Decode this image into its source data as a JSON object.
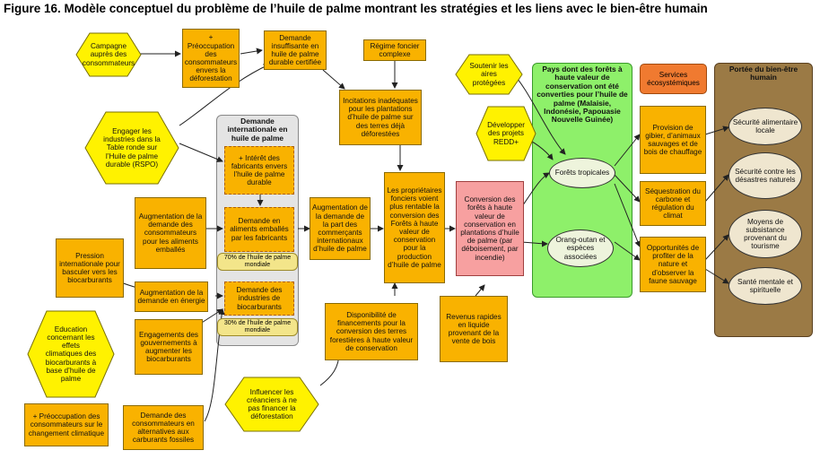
{
  "title": "Figure 16. Modèle conceptuel du problème de l’huile de palme montrant les stratégies et les liens avec le bien-être humain",
  "regions": {
    "demande": "Demande internationale en huile de palme",
    "pays": "Pays dont des forêts à haute valeur de conservation ont été converties pour l’huile de palme (Malaisie, Indonésie, Papouasie Nouvelle Guinée)",
    "portee": "Portée du bien-être humain"
  },
  "notes": {
    "pct70": "70% de l’huile de palme mondiale",
    "pct30": "30% de l’huile de palme mondiale"
  },
  "services": "Services écosystémiques",
  "nodes": {
    "campagne": "Campagne auprès des consommateurs",
    "preoc_deforest": "+ Préoccupation des consommateurs envers la déforestation",
    "demande_insuf": "Demande insuffisante en huile de palme durable certifiée",
    "regime": "Régime foncier complexe",
    "incitations": "Incitations inadéquates pour les plantations d’huile de palme sur des terres déjà déforestées",
    "engager": "Engager les industries dans la Table ronde sur l’Huile de palme durable (RSPO)",
    "interet": "+ Intérêt des fabricants envers l’huile de palme durable",
    "demande_aliments": "Demande en aliments emballés par les fabricants",
    "demande_biocarb": "Demande des industries de biocarburants",
    "augm_conso": "Augmentation de la demande des consommateurs pour les aliments emballés",
    "augm_part": "Augmentation de la demande de la part des commerçants internationaux d’huile de palme",
    "proprietaires": "Les propriétaires fonciers voient plus rentable la conversion des Forêts à haute valeur de conservation pour la production d’huile de palme",
    "conversion": "Conversion des forêts à haute valeur de conservation en plantations d’huile de palme (par déboisement, par incendie)",
    "soutenir": "Soutenir les aires protégées",
    "redd": "Développer des projets REDD+",
    "forets": "Forêts tropicales",
    "orang": "Orang-outan et espèces associées",
    "gibier": "Provision de gibier, d’animaux sauvages et de bois de chauffage",
    "sequestration": "Séquestration du carbone et régulation du climat",
    "opportunites": "Opportunités de profiter de la nature et d’observer la faune sauvage",
    "securite_alim": "Sécurité alimentaire locale",
    "securite_des": "Sécurité contre les désastres naturels",
    "moyens": "Moyens de subsistance provenant du tourisme",
    "sante": "Santé mentale et spirituelle",
    "pression": "Pression internationale pour basculer vers les biocarburants",
    "augm_energie": "Augmentation de la demande en énergie",
    "education": "Education concernant les effets climatiques des biocarburants à base d’huile de palme",
    "engagements": "Engagements des gouvernements à augmenter les biocarburants",
    "dispo": "Disponibilité de financements pour la conversion des terres forestières à haute valeur de conservation",
    "revenus": "Revenus rapides en liquide provenant de la vente de bois",
    "influencer": "Influencer les créanciers à ne pas financer la déforestation",
    "preoc_climat": "+ Préoccupation des consommateurs sur le changement climatique",
    "demande_altern": "Demande des consommateurs en alternatives aux carburants fossiles"
  },
  "colors": {
    "factor": "#f9b200",
    "strategy": "#fff200",
    "target": "#eef4dc",
    "threat": "#f7a0a0",
    "scope_green": "#8ef06a",
    "scope_brown": "#9b7a45",
    "demand_grey": "#e4e4e4",
    "services": "#f07a30"
  }
}
